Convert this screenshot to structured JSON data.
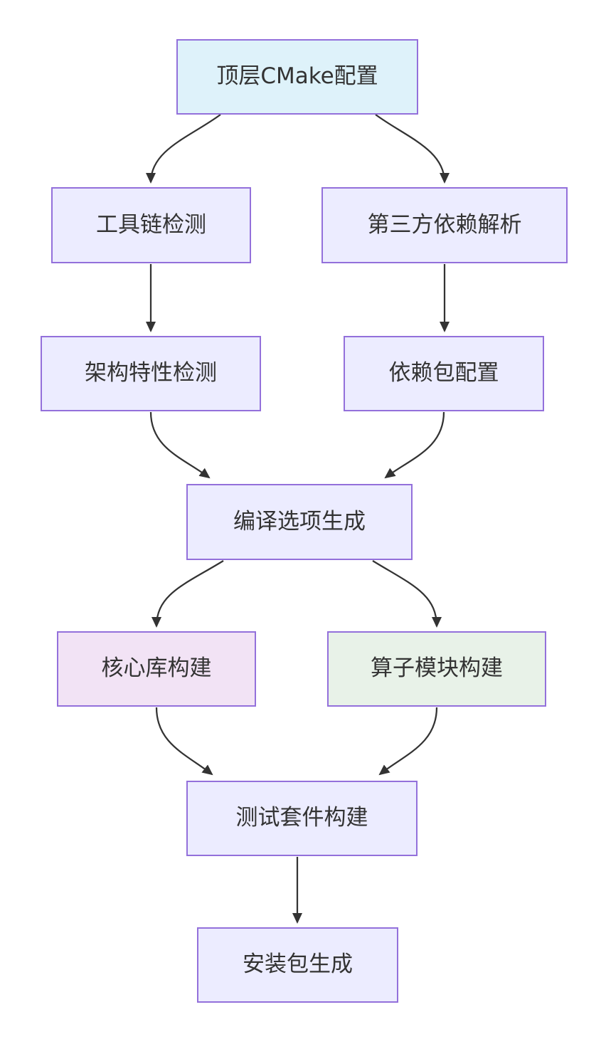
{
  "diagram": {
    "type": "flowchart",
    "background_color": "#ffffff",
    "edge_color": "#333333",
    "node_border_color": "#9370DB",
    "node_text_color": "#333333",
    "default_fill": "#ECECFF",
    "nodes": [
      {
        "id": "top",
        "label": "顶层CMake配置",
        "fill": "#def2fa"
      },
      {
        "id": "toolchain",
        "label": "工具链检测",
        "fill": "#ECECFF"
      },
      {
        "id": "thirdparty",
        "label": "第三方依赖解析",
        "fill": "#ECECFF"
      },
      {
        "id": "arch",
        "label": "架构特性检测",
        "fill": "#ECECFF"
      },
      {
        "id": "deppkg",
        "label": "依赖包配置",
        "fill": "#ECECFF"
      },
      {
        "id": "compile",
        "label": "编译选项生成",
        "fill": "#ECECFF"
      },
      {
        "id": "corelib",
        "label": "核心库构建",
        "fill": "#f2e3f5"
      },
      {
        "id": "operator",
        "label": "算子模块构建",
        "fill": "#e8f2e8"
      },
      {
        "id": "testsuite",
        "label": "测试套件构建",
        "fill": "#ECECFF"
      },
      {
        "id": "install",
        "label": "安装包生成",
        "fill": "#ECECFF"
      }
    ],
    "edges": [
      {
        "from": "顶层CMake配置",
        "to": "工具链检测"
      },
      {
        "from": "顶层CMake配置",
        "to": "第三方依赖解析"
      },
      {
        "from": "工具链检测",
        "to": "架构特性检测"
      },
      {
        "from": "第三方依赖解析",
        "to": "依赖包配置"
      },
      {
        "from": "架构特性检测",
        "to": "编译选项生成"
      },
      {
        "from": "依赖包配置",
        "to": "编译选项生成"
      },
      {
        "from": "编译选项生成",
        "to": "核心库构建"
      },
      {
        "from": "编译选项生成",
        "to": "算子模块构建"
      },
      {
        "from": "核心库构建",
        "to": "测试套件构建"
      },
      {
        "from": "算子模块构建",
        "to": "测试套件构建"
      },
      {
        "from": "测试套件构建",
        "to": "安装包生成"
      }
    ]
  }
}
